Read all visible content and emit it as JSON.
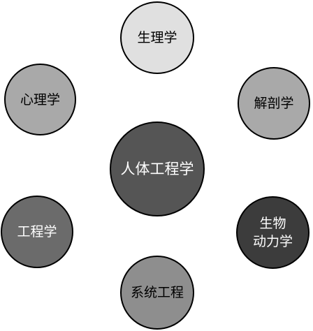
{
  "diagram": {
    "center": {
      "label": "人体工程学",
      "fill": "#555555",
      "text_color": "#ffffff"
    },
    "nodes": [
      {
        "key": "physiology",
        "label": "生理学",
        "fill": "#e0e0e0",
        "text_color": "#000000"
      },
      {
        "key": "psychology",
        "label": "心理学",
        "fill": "#a9a9a9",
        "text_color": "#000000"
      },
      {
        "key": "anatomy",
        "label": "解剖学",
        "fill": "#a9a9a9",
        "text_color": "#000000"
      },
      {
        "key": "engineering",
        "label": "工程学",
        "fill": "#6b6b6b",
        "text_color": "#ffffff"
      },
      {
        "key": "biomechanics",
        "label": "生物\n动力学",
        "fill": "#3c3c3c",
        "text_color": "#ffffff"
      },
      {
        "key": "systems_engineering",
        "label": "系统工程",
        "fill": "#8e8e8e",
        "text_color": "#000000"
      }
    ]
  }
}
